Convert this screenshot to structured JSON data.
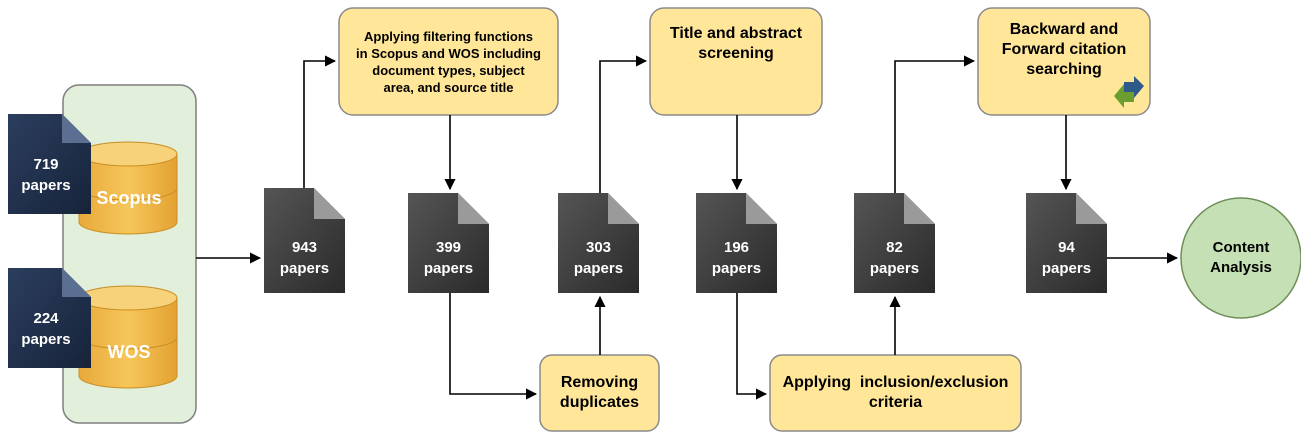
{
  "sources": [
    {
      "id": "scopus",
      "database": "Scopus",
      "count": "719",
      "unit": "papers"
    },
    {
      "id": "wos",
      "database": "WOS",
      "count": "224",
      "unit": "papers"
    }
  ],
  "stages": [
    {
      "id": "s943",
      "count": "943",
      "unit": "papers"
    },
    {
      "id": "s399",
      "count": "399",
      "unit": "papers"
    },
    {
      "id": "s303",
      "count": "303",
      "unit": "papers"
    },
    {
      "id": "s196",
      "count": "196",
      "unit": "papers"
    },
    {
      "id": "s82",
      "count": "82",
      "unit": "papers"
    },
    {
      "id": "s94",
      "count": "94",
      "unit": "papers"
    }
  ],
  "steps": {
    "filtering": [
      "Applying filtering functions",
      "in Scopus and WOS including",
      "document types, subject",
      "area, and source title"
    ],
    "title_screening": [
      "Title and abstract",
      "screening"
    ],
    "citation": [
      "Backward and",
      "Forward citation",
      "searching"
    ],
    "duplicates": [
      "Removing",
      "duplicates"
    ],
    "inclusion": [
      "Applying  inclusion/exclusion",
      "criteria"
    ]
  },
  "final": [
    "Content",
    "Analysis"
  ],
  "colors": {
    "box_fill": "#FFE699",
    "box_stroke": "#8A8A8A",
    "group_fill": "#E2EFDA",
    "circle_fill": "#C5E0B4",
    "db_fill": "#F2C14E",
    "doc_dark": "#3A3A3A",
    "doc_navy": "#1F2F4A",
    "arrow": "#000000"
  },
  "icons": [
    "document-icon",
    "database-cylinder-icon",
    "recycle-arrows-icon"
  ]
}
